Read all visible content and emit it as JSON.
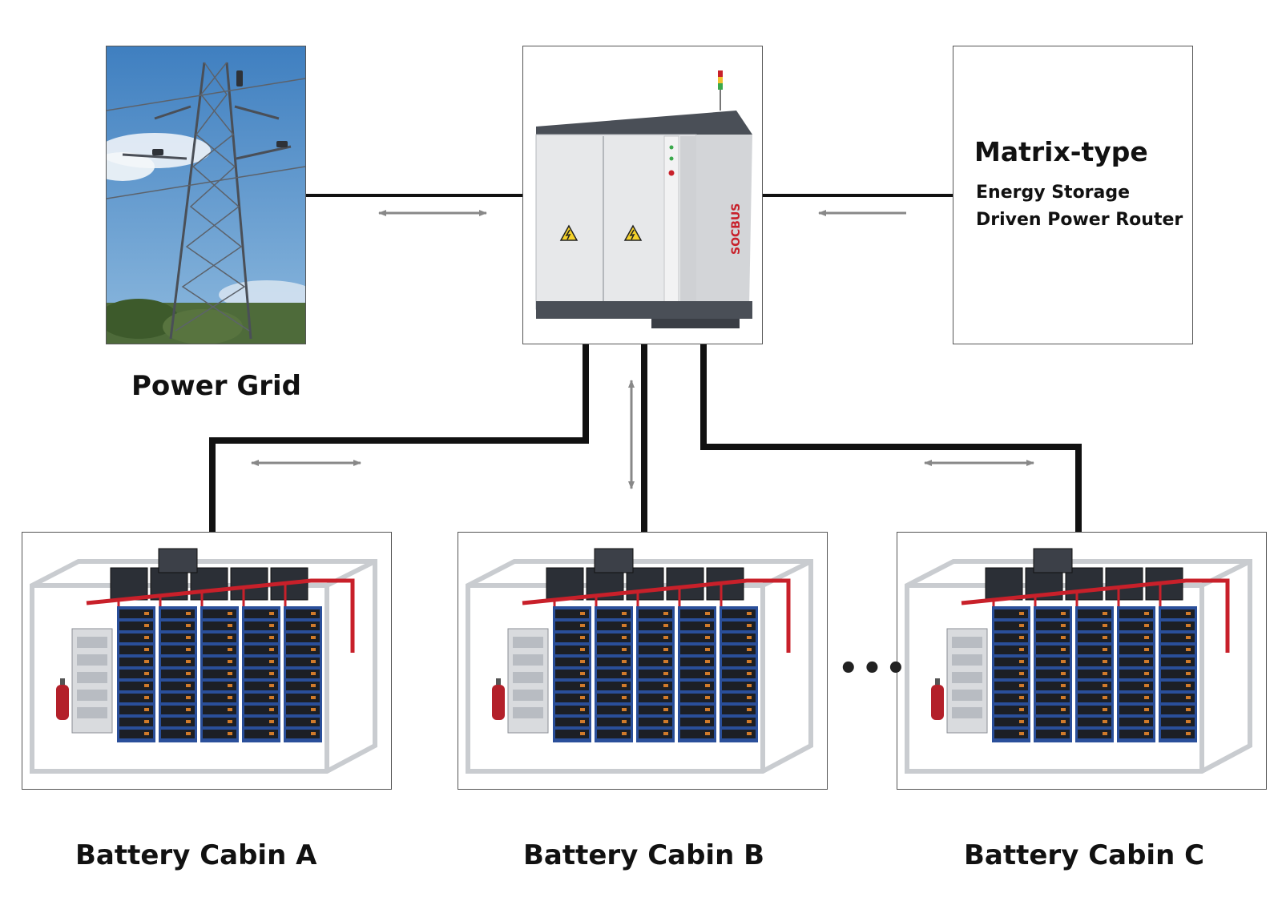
{
  "nodes": {
    "power_grid": {
      "label": "Power Grid"
    },
    "router": {
      "title": "Matrix-type",
      "subtitle_line1": "Energy Storage",
      "subtitle_line2": "Driven Power Router"
    },
    "cabinet": {
      "brand": "SOCBUS"
    },
    "cabins": [
      {
        "label": "Battery Cabin A"
      },
      {
        "label": "Battery Cabin B"
      },
      {
        "label": "Battery Cabin C"
      }
    ],
    "ellipsis": "•••"
  },
  "colors": {
    "wire": "#111111",
    "arrow": "#888888",
    "accent_red": "#c8202a"
  }
}
